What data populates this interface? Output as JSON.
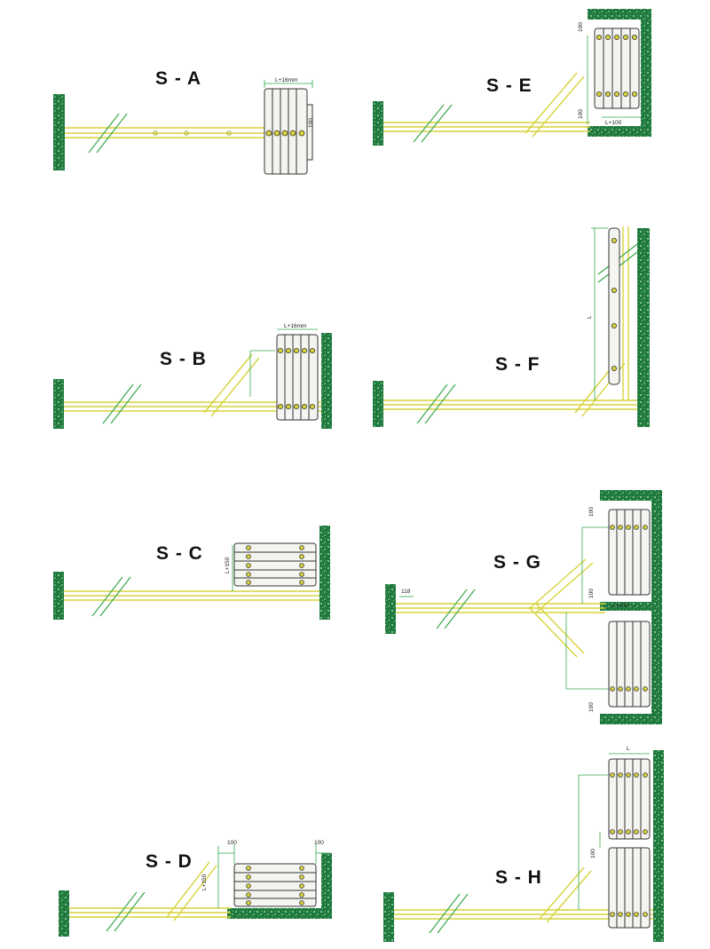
{
  "colors": {
    "wall": "#1e7a3c",
    "wall_speckle": "#cfe9d4",
    "pipe": "#d7d23a",
    "pipe_dark": "#a9a52a",
    "dimension": "#2faa4a",
    "radiator_fill": "#f4f4f0",
    "radiator_stroke": "#333333",
    "break_mark": "#3aa84a"
  },
  "panels": [
    {
      "id": "A",
      "label": "S - A",
      "dims": [
        "L+16mm",
        "100"
      ]
    },
    {
      "id": "B",
      "label": "S - B",
      "dims": [
        "L+16mm"
      ]
    },
    {
      "id": "C",
      "label": "S - C",
      "dims": [
        "L+150"
      ]
    },
    {
      "id": "D",
      "label": "S - D",
      "dims": [
        "100",
        "100",
        "L+150"
      ]
    },
    {
      "id": "E",
      "label": "S - E",
      "dims": [
        "100",
        "100",
        "L+100"
      ]
    },
    {
      "id": "F",
      "label": "S - F",
      "dims": [
        "L"
      ]
    },
    {
      "id": "G",
      "label": "S - G",
      "dims": [
        "118",
        "100",
        "100",
        "L+100",
        "100"
      ]
    },
    {
      "id": "H",
      "label": "S - H",
      "dims": [
        "L",
        "100"
      ]
    }
  ]
}
